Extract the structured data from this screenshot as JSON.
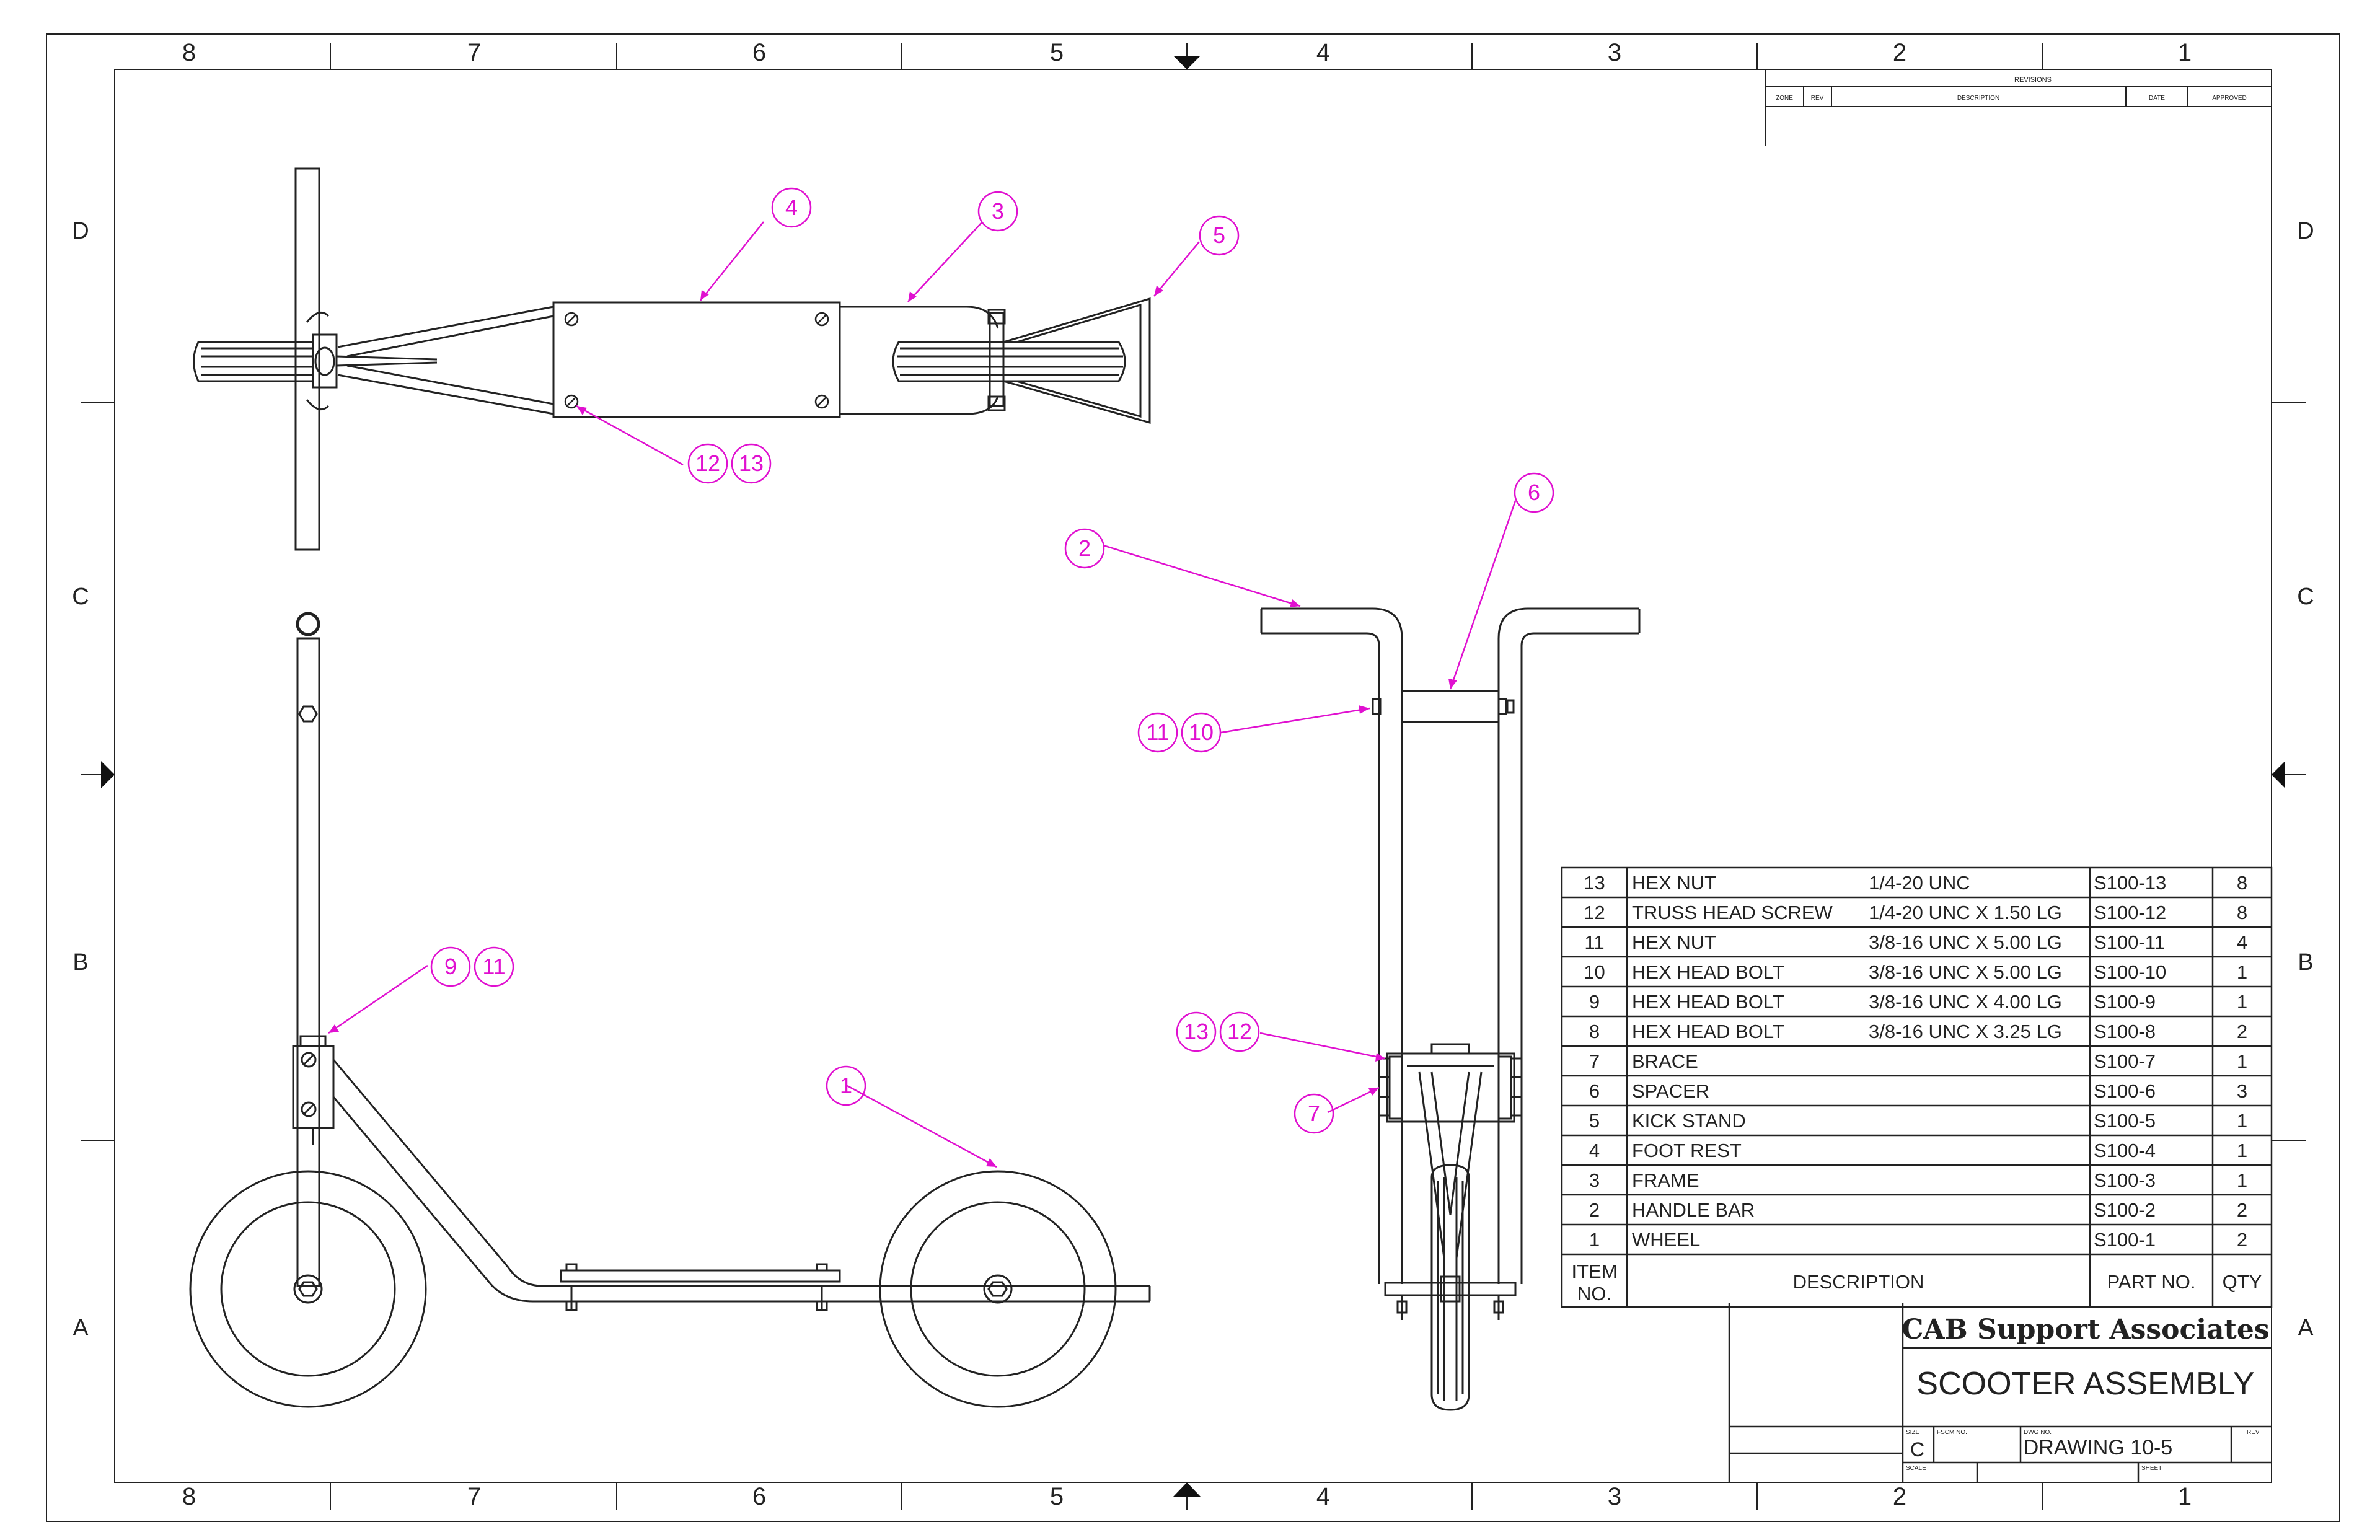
{
  "border": {
    "columns": [
      "8",
      "7",
      "6",
      "5",
      "4",
      "3",
      "2",
      "1"
    ],
    "rows": [
      "D",
      "C",
      "B",
      "A"
    ]
  },
  "revisions": {
    "title": "REVISIONS",
    "headers": [
      "ZONE",
      "REV",
      "DESCRIPTION",
      "DATE",
      "APPROVED"
    ]
  },
  "balloons": [
    {
      "id": "b4",
      "labels": [
        "4"
      ]
    },
    {
      "id": "b3",
      "labels": [
        "3"
      ]
    },
    {
      "id": "b5",
      "labels": [
        "5"
      ]
    },
    {
      "id": "b12-13",
      "labels": [
        "12",
        "13"
      ]
    },
    {
      "id": "b6",
      "labels": [
        "6"
      ]
    },
    {
      "id": "b2",
      "labels": [
        "2"
      ]
    },
    {
      "id": "b11-10",
      "labels": [
        "11",
        "10"
      ]
    },
    {
      "id": "b9-11",
      "labels": [
        "9",
        "11"
      ]
    },
    {
      "id": "b1",
      "labels": [
        "1"
      ]
    },
    {
      "id": "b13-12",
      "labels": [
        "13",
        "12"
      ]
    },
    {
      "id": "b7",
      "labels": [
        "7"
      ]
    }
  ],
  "bom": {
    "headers": {
      "item": [
        "ITEM",
        "NO."
      ],
      "description": "DESCRIPTION",
      "part": "PART NO.",
      "qty": "QTY"
    },
    "rows": [
      {
        "item": "13",
        "desc": "HEX NUT",
        "spec": "1/4-20 UNC",
        "part": "S100-13",
        "qty": "8"
      },
      {
        "item": "12",
        "desc": "TRUSS HEAD SCREW",
        "spec": "1/4-20 UNC X 1.50 LG",
        "part": "S100-12",
        "qty": "8"
      },
      {
        "item": "11",
        "desc": "HEX NUT",
        "spec": "3/8-16 UNC X 5.00 LG",
        "part": "S100-11",
        "qty": "4"
      },
      {
        "item": "10",
        "desc": "HEX HEAD BOLT",
        "spec": "3/8-16 UNC X 5.00 LG",
        "part": "S100-10",
        "qty": "1"
      },
      {
        "item": "9",
        "desc": "HEX HEAD BOLT",
        "spec": "3/8-16 UNC X 4.00 LG",
        "part": "S100-9",
        "qty": "1"
      },
      {
        "item": "8",
        "desc": "HEX HEAD BOLT",
        "spec": "3/8-16 UNC X 3.25 LG",
        "part": "S100-8",
        "qty": "2"
      },
      {
        "item": "7",
        "desc": "BRACE",
        "spec": "",
        "part": "S100-7",
        "qty": "1"
      },
      {
        "item": "6",
        "desc": "SPACER",
        "spec": "",
        "part": "S100-6",
        "qty": "3"
      },
      {
        "item": "5",
        "desc": "KICK STAND",
        "spec": "",
        "part": "S100-5",
        "qty": "1"
      },
      {
        "item": "4",
        "desc": "FOOT REST",
        "spec": "",
        "part": "S100-4",
        "qty": "1"
      },
      {
        "item": "3",
        "desc": "FRAME",
        "spec": "",
        "part": "S100-3",
        "qty": "1"
      },
      {
        "item": "2",
        "desc": "HANDLE BAR",
        "spec": "",
        "part": "S100-2",
        "qty": "2"
      },
      {
        "item": "1",
        "desc": "WHEEL",
        "spec": "",
        "part": "S100-1",
        "qty": "2"
      }
    ]
  },
  "title_block": {
    "company": "CAB Support Associates",
    "title": "SCOOTER ASSEMBLY",
    "size_label": "SIZE",
    "size": "C",
    "fscm_label": "FSCM NO.",
    "dwg_label": "DWG NO.",
    "dwg_no": "DRAWING 10-5",
    "rev_label": "REV",
    "scale_label": "SCALE",
    "sheet_label": "SHEET"
  },
  "colors": {
    "line": "#222222",
    "balloon": "#e010d0"
  }
}
